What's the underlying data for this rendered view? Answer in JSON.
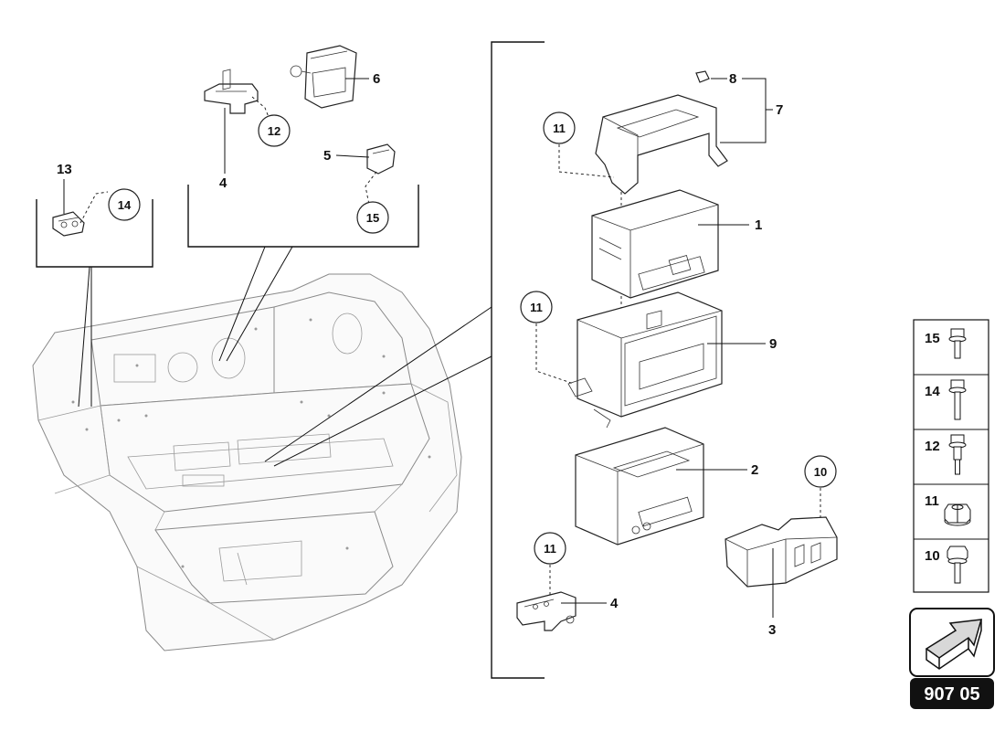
{
  "diagram_id": "907 05",
  "callouts": {
    "c1": "1",
    "c2": "2",
    "c3": "3",
    "c4a": "4",
    "c4b": "4",
    "c5": "5",
    "c6": "6",
    "c7": "7",
    "c8": "8",
    "c9": "9",
    "c13": "13"
  },
  "circles": {
    "c10": "10",
    "c11a": "11",
    "c11b": "11",
    "c11c": "11",
    "c12": "12",
    "c14": "14",
    "c15": "15"
  },
  "legend": [
    {
      "num": "15",
      "icon": "bolt-flange-icon"
    },
    {
      "num": "14",
      "icon": "bolt-long-icon"
    },
    {
      "num": "12",
      "icon": "bolt-stepped-icon"
    },
    {
      "num": "11",
      "icon": "hex-nut-icon"
    },
    {
      "num": "10",
      "icon": "hex-bolt-icon"
    }
  ],
  "nav_arrow_icon": "forward-arrow-icon",
  "colors": {
    "line": "#111111",
    "badge_bg": "#111111",
    "car_outline": "#8a8a8a"
  }
}
